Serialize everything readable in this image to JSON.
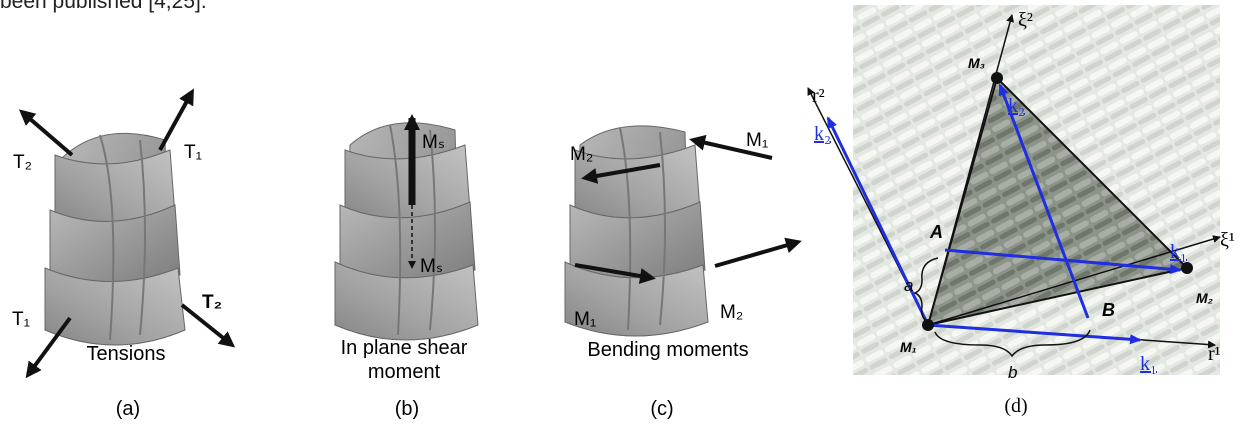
{
  "header_fragment": "been published [4,25].",
  "panel_a": {
    "caption": "Tensions",
    "label": "(a)",
    "force_labels": [
      "T₂",
      "T₁",
      "T₁",
      "T₂"
    ]
  },
  "panel_b": {
    "caption_line1": "In plane shear",
    "caption_line2": "moment",
    "label": "(b)",
    "moment_labels": [
      "Mₛ",
      "Mₛ"
    ]
  },
  "panel_c": {
    "caption": "Bending moments",
    "label": "(c)",
    "moment_labels": [
      "M₂",
      "M₁",
      "M₁",
      "M₂"
    ]
  },
  "panel_d": {
    "label": "(d)",
    "points": {
      "M1": "M₁",
      "M2": "M₂",
      "M3": "M₃",
      "A": "A",
      "B": "B"
    },
    "dims": {
      "a": "a",
      "b": "b"
    },
    "vectors": {
      "k1": "k₁",
      "k2": "k₂"
    },
    "axes": {
      "r1": "r¹",
      "r2": "r²",
      "xi1": "ξ¹",
      "xi2": "ξ²"
    },
    "colors": {
      "vector": "#1f2ee0",
      "edge": "#111111"
    }
  }
}
